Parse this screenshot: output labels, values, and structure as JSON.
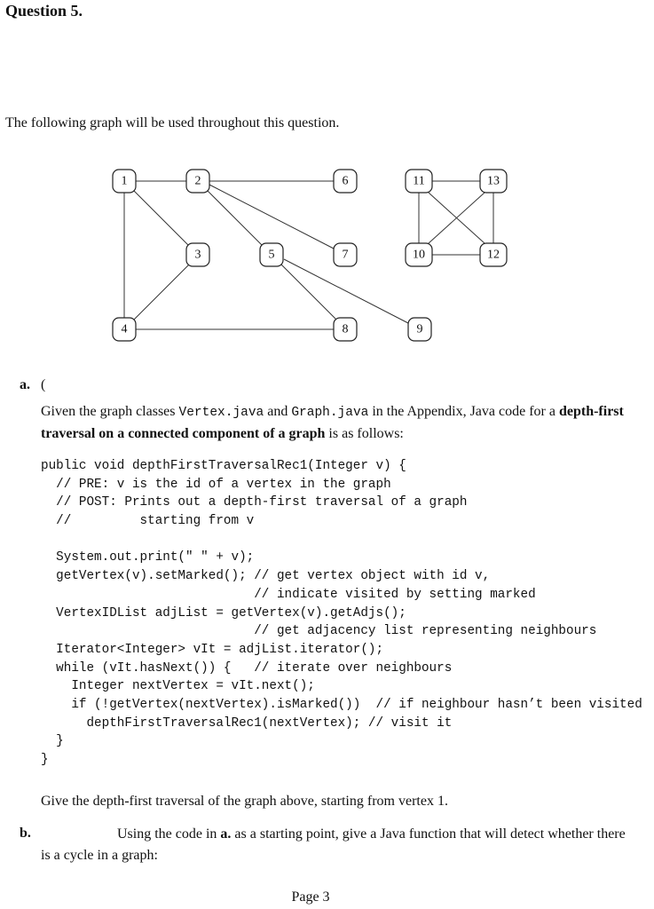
{
  "question": {
    "title": "Question 5."
  },
  "intro": "The following graph will be used throughout this question.",
  "graph": {
    "nodes": [
      "1",
      "2",
      "3",
      "4",
      "5",
      "6",
      "7",
      "8",
      "9",
      "10",
      "11",
      "12",
      "13"
    ]
  },
  "part_a": {
    "label": "a.",
    "paren": "(",
    "intro_1": "Given the graph classes ",
    "vertex_file": "Vertex.java",
    "intro_2": " and ",
    "graph_file": "Graph.java",
    "intro_3": " in the Appendix, Java code for a ",
    "intro_bold": "depth-first traversal on a connected component of a graph",
    "intro_4": " is as follows:",
    "code_lines": [
      "public void depthFirstTraversalRec1(Integer v) {",
      "  // PRE: v is the id of a vertex in the graph",
      "  // POST: Prints out a depth-first traversal of a graph",
      "  //         starting from v",
      "",
      "  System.out.print(\" \" + v);",
      "  getVertex(v).setMarked(); // get vertex object with id v,",
      "                            // indicate visited by setting marked",
      "  VertexIDList adjList = getVertex(v).getAdjs();",
      "                            // get adjacency list representing neighbours",
      "  Iterator<Integer> vIt = adjList.iterator();",
      "  while (vIt.hasNext()) {   // iterate over neighbours",
      "    Integer nextVertex = vIt.next();",
      "    if (!getVertex(nextVertex).isMarked())  // if neighbour hasn’t been visited",
      "      depthFirstTraversalRec1(nextVertex); // visit it",
      "  }",
      "}"
    ],
    "question": "Give the depth-first traversal of the graph above, starting from vertex 1."
  },
  "part_b": {
    "label": "b.",
    "text_1": "Using the code in ",
    "text_bold": "a.",
    "text_2": " as a starting point, give a Java function that will detect whether there is a cycle in a graph:"
  },
  "page_number": "Page 3"
}
